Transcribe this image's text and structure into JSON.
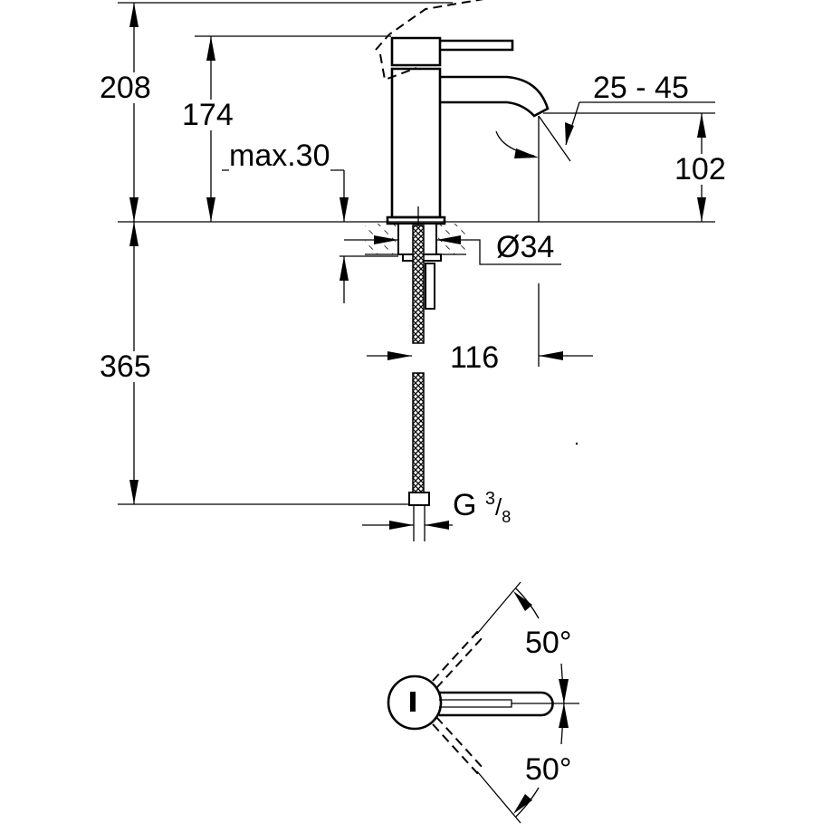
{
  "drawing": {
    "side_view": {
      "total_height": "208",
      "spout_height_top": "174",
      "max_deck_thickness": "max.30",
      "spout_swivel_range": "25 - 45",
      "spout_outlet_height": "102",
      "hole_diameter": "Ø34",
      "spout_projection": "116",
      "hose_length": "365",
      "connection_thread": "G",
      "thread_numerator": "3",
      "thread_denominator": "8"
    },
    "top_view": {
      "lever_angle_up": "50°",
      "lever_angle_down": "50°"
    }
  }
}
